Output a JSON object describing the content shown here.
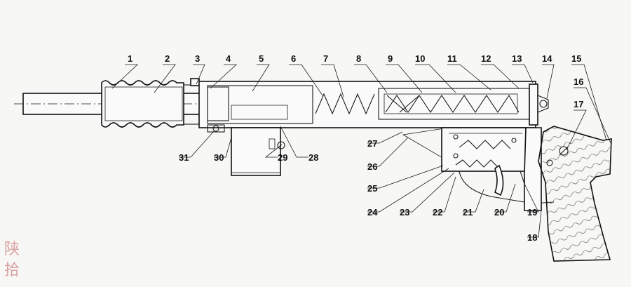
{
  "labels": {
    "n1": "1",
    "n2": "2",
    "n3": "3",
    "n4": "4",
    "n5": "5",
    "n6": "6",
    "n7": "7",
    "n8": "8",
    "n9": "9",
    "n10": "10",
    "n11": "11",
    "n12": "12",
    "n13": "13",
    "n14": "14",
    "n15": "15",
    "n16": "16",
    "n17": "17",
    "n18": "18",
    "n19": "19",
    "n20": "20",
    "n21": "21",
    "n22": "22",
    "n23": "23",
    "n24": "24",
    "n25": "25",
    "n26": "26",
    "n27": "27",
    "n28": "28",
    "n29": "29",
    "n30": "30",
    "n31": "31"
  },
  "seal": {
    "char1": "陕",
    "char2": "拾"
  }
}
